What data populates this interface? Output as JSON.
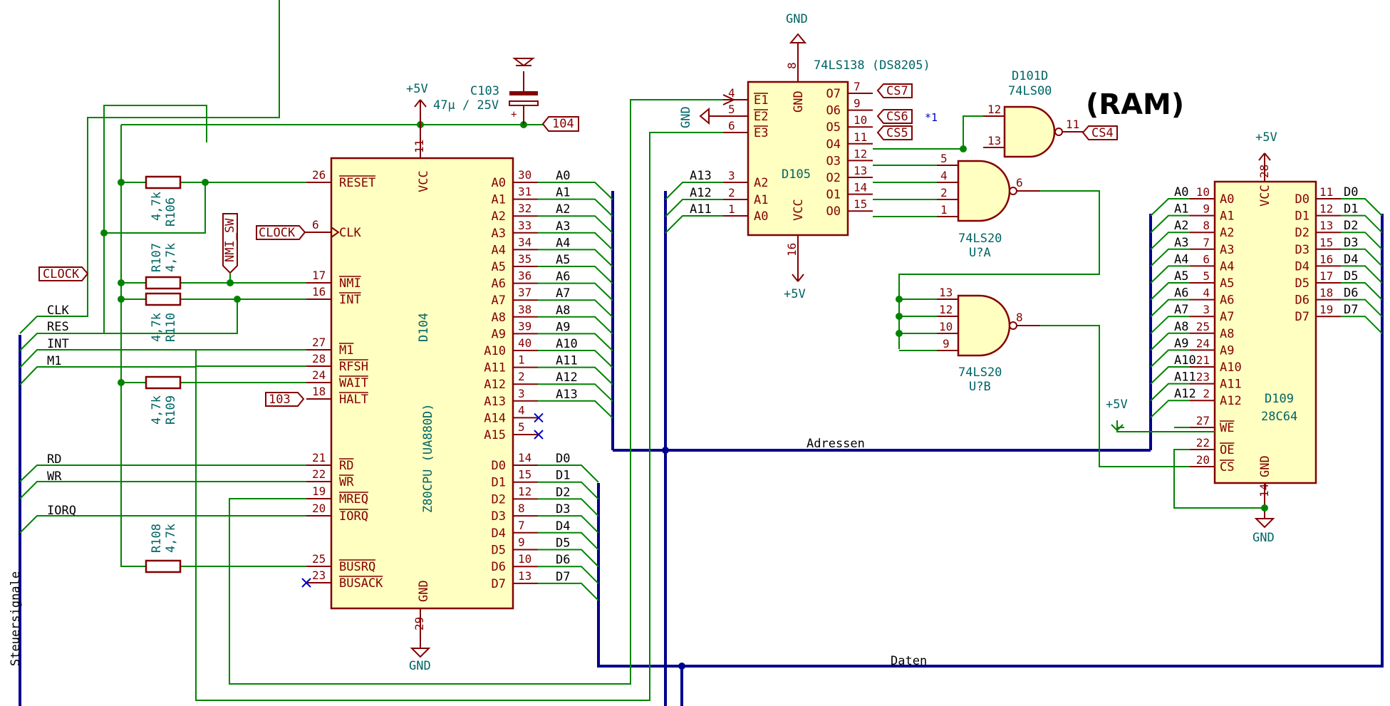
{
  "colors": {
    "wire": "#008400",
    "bus": "#00008f",
    "pin": "#840000",
    "body": "#ffffc2",
    "text_comp": "#006464"
  },
  "cpu": {
    "ref": "D104",
    "value": "Z80CPU (UA880D)",
    "pins_left": [
      {
        "num": "26",
        "name": "RESET"
      },
      {
        "num": "6",
        "name": "CLK"
      },
      {
        "num": "17",
        "name": "NMI"
      },
      {
        "num": "16",
        "name": "INT"
      },
      {
        "num": "27",
        "name": "M1"
      },
      {
        "num": "28",
        "name": "RFSH"
      },
      {
        "num": "24",
        "name": "WAIT"
      },
      {
        "num": "18",
        "name": "HALT"
      },
      {
        "num": "21",
        "name": "RD"
      },
      {
        "num": "22",
        "name": "WR"
      },
      {
        "num": "19",
        "name": "MREQ"
      },
      {
        "num": "20",
        "name": "IORQ"
      },
      {
        "num": "25",
        "name": "BUSRQ"
      },
      {
        "num": "23",
        "name": "BUSACK"
      }
    ],
    "pins_addr": [
      {
        "num": "30",
        "name": "A0",
        "net": "A0"
      },
      {
        "num": "31",
        "name": "A1",
        "net": "A1"
      },
      {
        "num": "32",
        "name": "A2",
        "net": "A2"
      },
      {
        "num": "33",
        "name": "A3",
        "net": "A3"
      },
      {
        "num": "34",
        "name": "A4",
        "net": "A4"
      },
      {
        "num": "35",
        "name": "A5",
        "net": "A5"
      },
      {
        "num": "36",
        "name": "A6",
        "net": "A6"
      },
      {
        "num": "37",
        "name": "A7",
        "net": "A7"
      },
      {
        "num": "38",
        "name": "A8",
        "net": "A8"
      },
      {
        "num": "39",
        "name": "A9",
        "net": "A9"
      },
      {
        "num": "40",
        "name": "A10",
        "net": "A10"
      },
      {
        "num": "1",
        "name": "A11",
        "net": "A11"
      },
      {
        "num": "2",
        "name": "A12",
        "net": "A12"
      },
      {
        "num": "3",
        "name": "A13",
        "net": "A13"
      },
      {
        "num": "4",
        "name": "A14",
        "net": ""
      },
      {
        "num": "5",
        "name": "A15",
        "net": ""
      }
    ],
    "pins_data": [
      {
        "num": "14",
        "name": "D0",
        "net": "D0"
      },
      {
        "num": "15",
        "name": "D1",
        "net": "D1"
      },
      {
        "num": "12",
        "name": "D2",
        "net": "D2"
      },
      {
        "num": "8",
        "name": "D3",
        "net": "D3"
      },
      {
        "num": "7",
        "name": "D4",
        "net": "D4"
      },
      {
        "num": "9",
        "name": "D5",
        "net": "D5"
      },
      {
        "num": "10",
        "name": "D6",
        "net": "D6"
      },
      {
        "num": "13",
        "name": "D7",
        "net": "D7"
      }
    ],
    "vcc": {
      "num": "11",
      "name": "VCC"
    },
    "gnd": {
      "num": "29",
      "name": "GND"
    }
  },
  "power": {
    "p5v": "+5V",
    "gnd": "GND"
  },
  "cap": {
    "ref": "C103",
    "value": "47µ / 25V",
    "plus": "+"
  },
  "resistors": [
    {
      "ref": "R106",
      "value": "4,7k"
    },
    {
      "ref": "R107",
      "value": "4,7k"
    },
    {
      "ref": "R110",
      "value": "4,7k"
    },
    {
      "ref": "R109",
      "value": "4,7k"
    },
    {
      "ref": "R108",
      "value": "4,7k"
    }
  ],
  "labels": {
    "clock": "CLOCK",
    "nmi_sw": "NMI_SW",
    "l103": "103",
    "l104": "104",
    "cs7": "CS7",
    "cs6": "CS6",
    "cs5": "CS5",
    "cs4": "CS4"
  },
  "ctrl_nets": [
    "CLK",
    "RES",
    "INT",
    "M1",
    "RD",
    "WR",
    "IORQ"
  ],
  "bus_names": {
    "ctrl": "Steuersignale",
    "addr": "Adressen",
    "data": "Daten"
  },
  "decoder": {
    "ref": "D105",
    "value": "74LS138 (DS8205)",
    "inputs": [
      {
        "num": "4",
        "name": "E1"
      },
      {
        "num": "5",
        "name": "E2"
      },
      {
        "num": "6",
        "name": "E3"
      },
      {
        "num": "3",
        "name": "A2",
        "net": "A13"
      },
      {
        "num": "2",
        "name": "A1",
        "net": "A12"
      },
      {
        "num": "1",
        "name": "A0",
        "net": "A11"
      }
    ],
    "outputs": [
      {
        "num": "7",
        "name": "O7"
      },
      {
        "num": "9",
        "name": "O6"
      },
      {
        "num": "10",
        "name": "O5"
      },
      {
        "num": "11",
        "name": "O4"
      },
      {
        "num": "12",
        "name": "O3"
      },
      {
        "num": "13",
        "name": "O2"
      },
      {
        "num": "14",
        "name": "O1"
      },
      {
        "num": "15",
        "name": "O0"
      }
    ],
    "gnd": {
      "num": "8",
      "name": "GND"
    },
    "vcc": {
      "num": "16",
      "name": "VCC"
    },
    "note": "*1"
  },
  "nand1": {
    "ref": "D101D",
    "value": "74LS00",
    "in": [
      "12",
      "13"
    ],
    "out": "11"
  },
  "nand_a": {
    "ref": "U?A",
    "value": "74LS20",
    "in": [
      "5",
      "4",
      "2",
      "1"
    ],
    "out": "6"
  },
  "nand_b": {
    "ref": "U?B",
    "value": "74LS20",
    "in": [
      "13",
      "12",
      "10",
      "9"
    ],
    "out": "8"
  },
  "ram_title": "(RAM)",
  "eeprom": {
    "ref": "D109",
    "value": "28C64",
    "addr": [
      {
        "num": "10",
        "name": "A0"
      },
      {
        "num": "9",
        "name": "A1"
      },
      {
        "num": "8",
        "name": "A2"
      },
      {
        "num": "7",
        "name": "A3"
      },
      {
        "num": "6",
        "name": "A4"
      },
      {
        "num": "5",
        "name": "A5"
      },
      {
        "num": "4",
        "name": "A6"
      },
      {
        "num": "3",
        "name": "A7"
      },
      {
        "num": "25",
        "name": "A8"
      },
      {
        "num": "24",
        "name": "A9"
      },
      {
        "num": "21",
        "name": "A10"
      },
      {
        "num": "23",
        "name": "A11"
      },
      {
        "num": "2",
        "name": "A12"
      }
    ],
    "data": [
      {
        "num": "11",
        "name": "D0"
      },
      {
        "num": "12",
        "name": "D1"
      },
      {
        "num": "13",
        "name": "D2"
      },
      {
        "num": "15",
        "name": "D3"
      },
      {
        "num": "16",
        "name": "D4"
      },
      {
        "num": "17",
        "name": "D5"
      },
      {
        "num": "18",
        "name": "D6"
      },
      {
        "num": "19",
        "name": "D7"
      }
    ],
    "ctrl": [
      {
        "num": "27",
        "name": "WE"
      },
      {
        "num": "22",
        "name": "OE"
      },
      {
        "num": "20",
        "name": "CS"
      }
    ],
    "vcc": {
      "num": "28",
      "name": "VCC"
    },
    "gnd": {
      "num": "14",
      "name": "GND"
    }
  }
}
